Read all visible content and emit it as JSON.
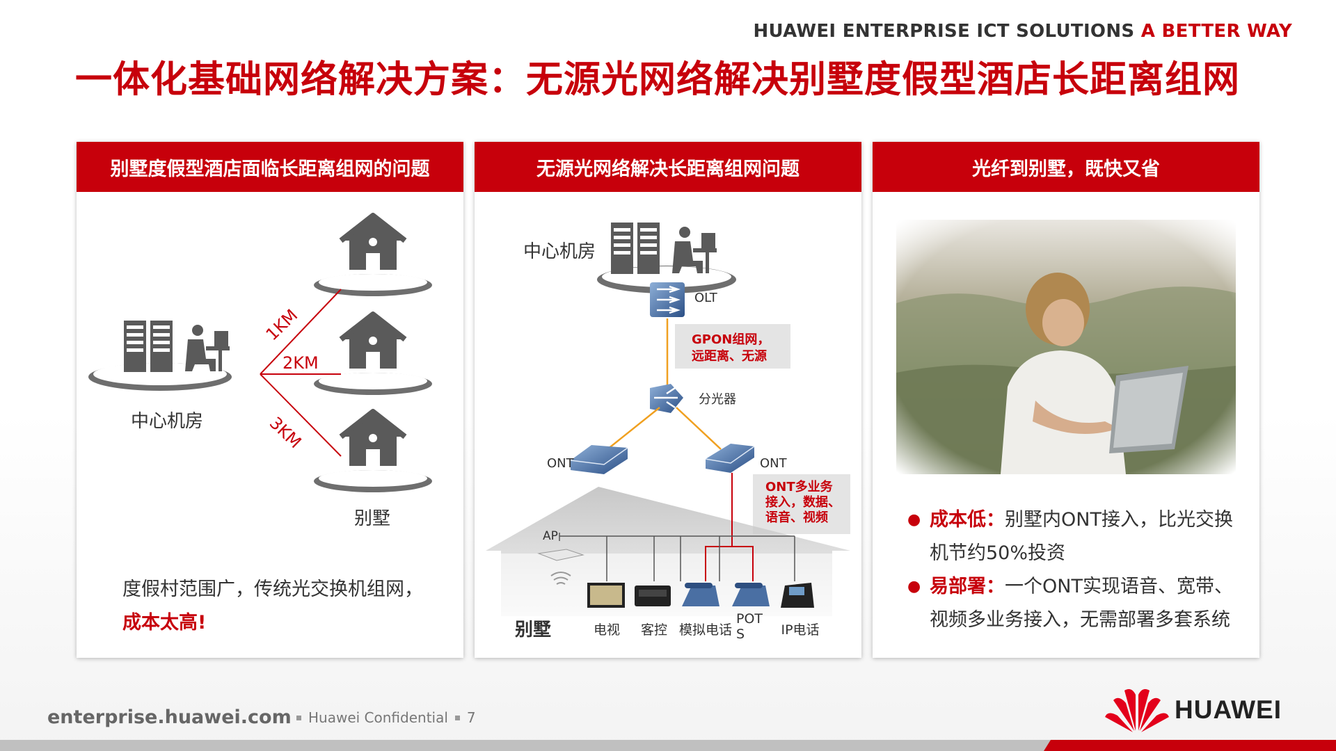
{
  "header": {
    "tagline_main": "HUAWEI ENTERPRISE ICT SOLUTIONS",
    "tagline_accent": "A BETTER WAY",
    "title": "一体化基础网络解决方案：无源光网络解决别墅度假型酒店长距离组网"
  },
  "colors": {
    "brand_red": "#c7000b",
    "gray_icon": "#5a5a5a"
  },
  "panel1": {
    "heading": "别墅度假型酒店面临长距离组网的问题",
    "center_label": "中心机房",
    "villa_label": "别墅",
    "distances": [
      "1KM",
      "2KM",
      "3KM"
    ],
    "text_line1": "度假村范围广，传统光交换机组网，",
    "text_line2": "成本太高!"
  },
  "panel2": {
    "heading": "无源光网络解决长距离组网问题",
    "center_label": "中心机房",
    "olt_label": "OLT",
    "gpon_line1": "GPON组网，",
    "gpon_line2": "远距离、无源",
    "splitter_label": "分光器",
    "ont_left": "ONT",
    "ont_right": "ONT",
    "ont_note_line1": "ONT多业务",
    "ont_note_line2": "接入，数据、",
    "ont_note_line3": "语音、视频",
    "ap_label": "AP",
    "villa_label": "别墅",
    "devices": {
      "tv": "电视",
      "control": "客控",
      "analog_phone": "模拟电话",
      "pots_line1": "POT",
      "pots_line2": "S",
      "ip_phone": "IP电话"
    }
  },
  "panel3": {
    "heading": "光纤到别墅，既快又省",
    "bullet1_key": "成本低：",
    "bullet1_line1": "别墅内ONT接入，比光交换",
    "bullet1_line2": "机节约50%投资",
    "bullet2_key": "易部署：",
    "bullet2_line1": "一个ONT实现语音、宽带、",
    "bullet2_line2": "视频多业务接入，无需部署多套系统"
  },
  "footer": {
    "url": "enterprise.huawei.com",
    "confidential": "Huawei Confidential",
    "page": "7",
    "logo_text": "HUAWEI"
  }
}
